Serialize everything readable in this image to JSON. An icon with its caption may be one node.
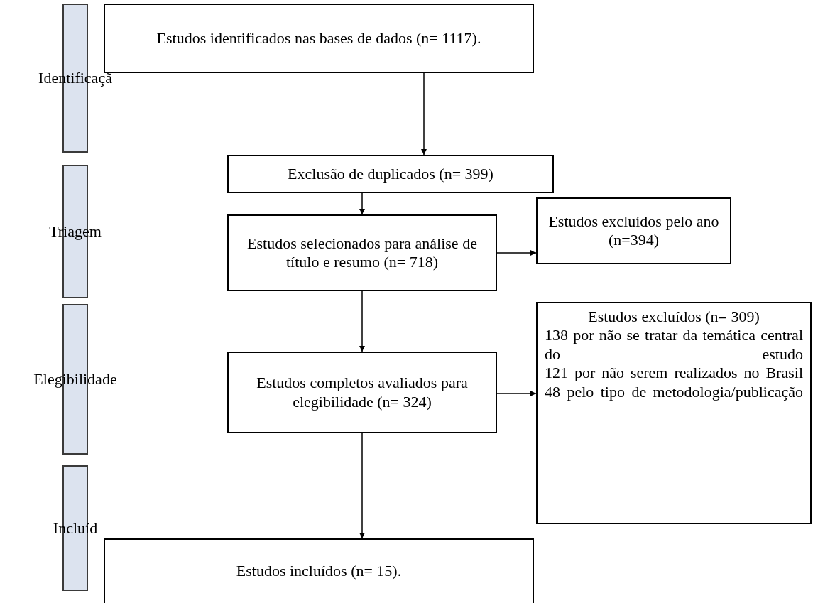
{
  "diagram": {
    "nodes": [
      {
        "text": [
          "Identificaçã"
        ]
      },
      {
        "text": [
          "Triagem"
        ]
      },
      {
        "text": [
          "Elegibilidade"
        ]
      },
      {
        "text": [
          "Incluíd"
        ]
      },
      {
        "text": [
          "Estudos identificados nas bases de dados (n= 1117)."
        ]
      },
      {
        "text": [
          "Exclusão de duplicados (n= 399)"
        ]
      },
      {
        "text": [
          "Estudos selecionados para análise de título e resumo (n= 718)"
        ]
      },
      {
        "text": [
          "Estudos excluídos pelo ano (n=394)"
        ]
      },
      {
        "text": [
          "Estudos completos avaliados para elegibilidade (n= 324)"
        ]
      },
      {
        "text": [
          "Estudos excluídos (n= 309)",
          "138 por não se tratar da temática central do estudo",
          "121 por não serem realizados no Brasil",
          "48 pelo tipo de metodologia/publicação"
        ]
      },
      {
        "text": [
          "Estudos incluídos (n= 15)."
        ]
      }
    ],
    "edges": [
      {
        "from": 4,
        "to": 5,
        "arrow": "to"
      },
      {
        "from": 5,
        "to": 6,
        "arrow": "to"
      },
      {
        "from": 6,
        "to": 7,
        "arrow": "to"
      },
      {
        "from": 6,
        "to": 8,
        "arrow": "to"
      },
      {
        "from": 8,
        "to": 9,
        "arrow": "to"
      },
      {
        "from": 8,
        "to": 10,
        "arrow": "to"
      }
    ]
  }
}
